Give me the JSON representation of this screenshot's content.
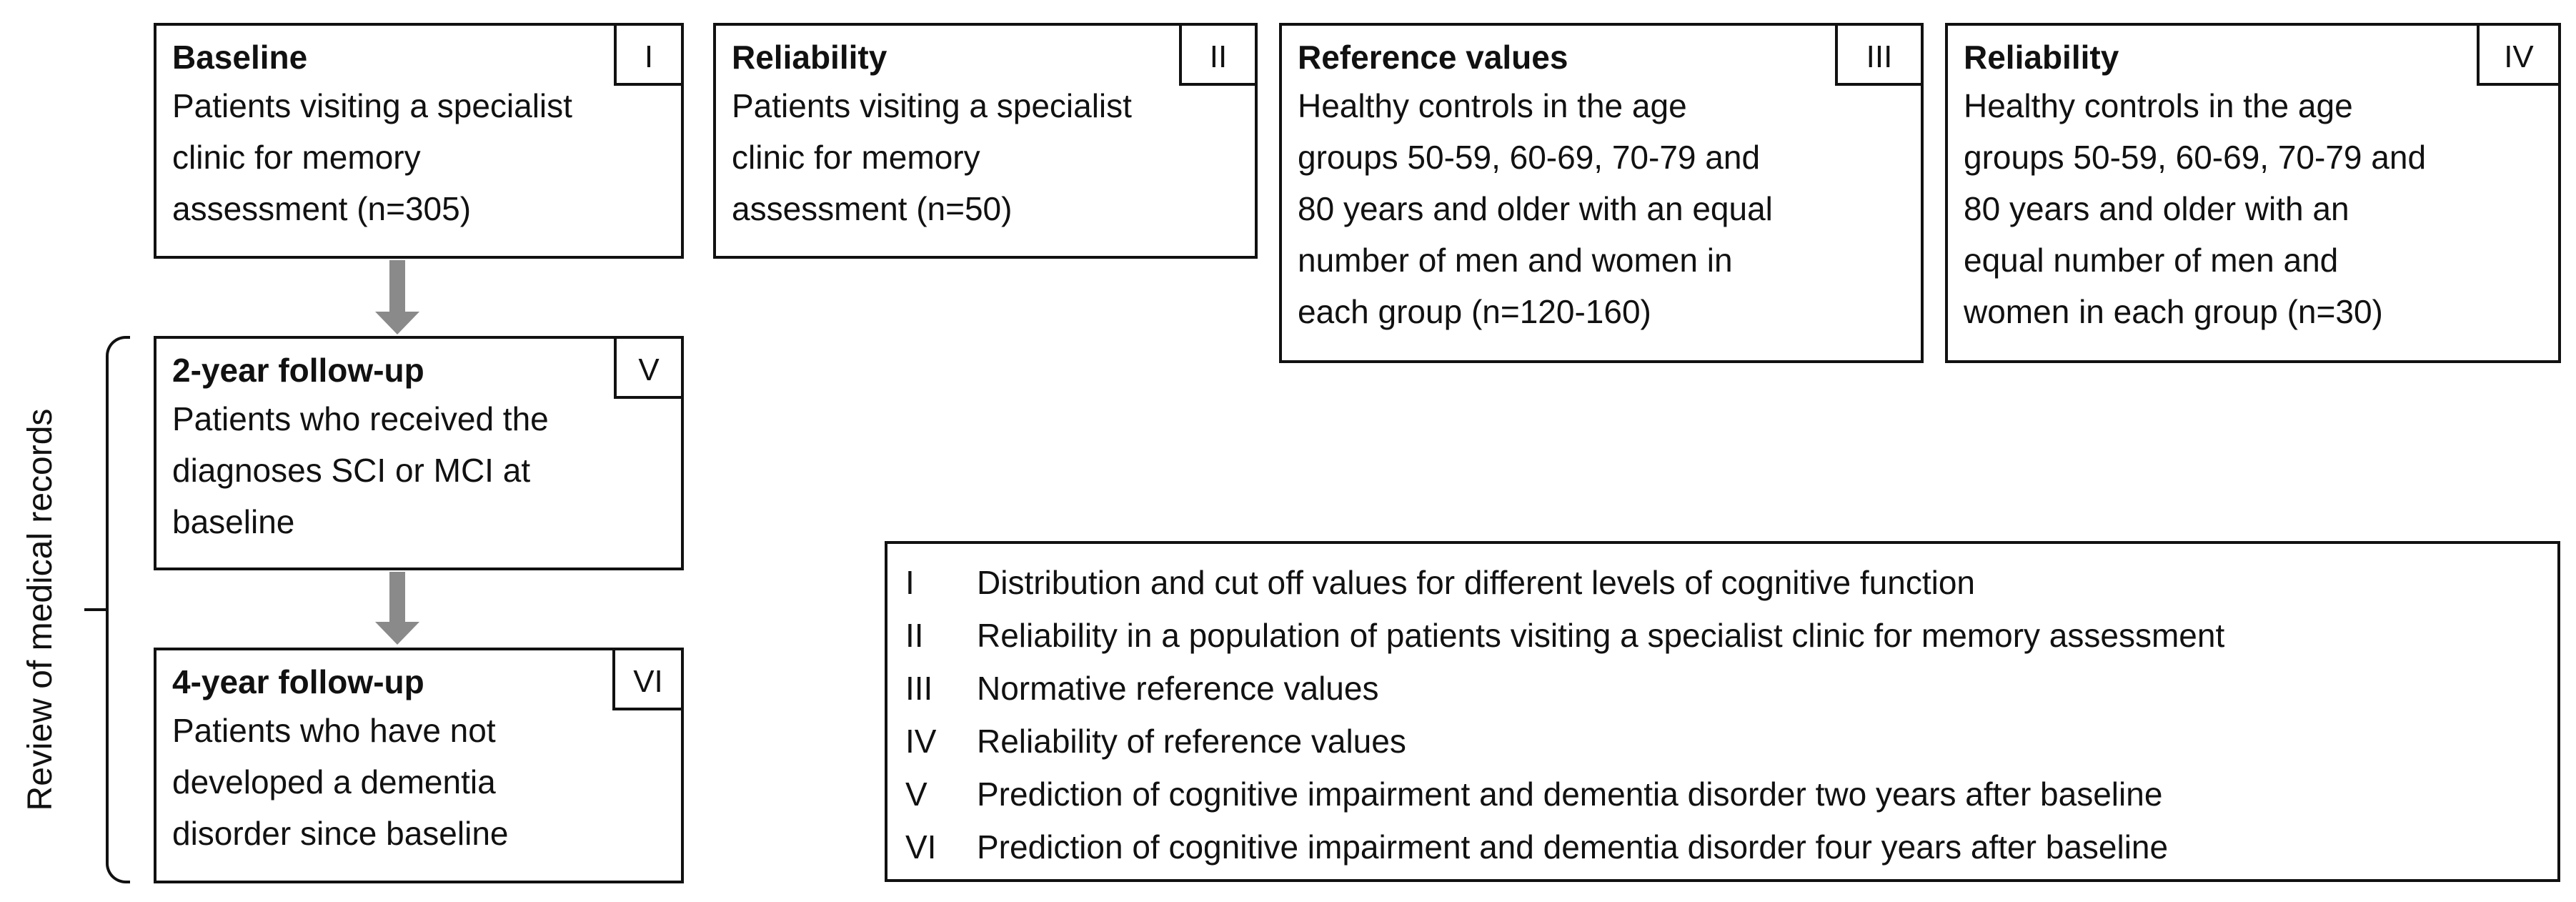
{
  "boxes": {
    "baseline": {
      "title": "Baseline",
      "tag": "I",
      "lines": [
        "Patients visiting a specialist",
        "clinic for memory",
        "assessment (n=305)"
      ]
    },
    "reliability_patients": {
      "title": "Reliability",
      "tag": "II",
      "lines": [
        "Patients visiting a specialist",
        "clinic for memory",
        "assessment (n=50)"
      ]
    },
    "reference_values": {
      "title": "Reference values",
      "tag": "III",
      "lines": [
        "Healthy controls in the age",
        "groups 50-59, 60-69, 70-79 and",
        "80 years and older with an equal",
        "number of men and women in",
        "each group (n=120-160)"
      ]
    },
    "reliability_controls": {
      "title": "Reliability",
      "tag": "IV",
      "lines": [
        "Healthy controls in the age",
        "groups 50-59, 60-69, 70-79 and",
        "80 years and older with an",
        "equal number of men and",
        "women in each group (n=30)"
      ]
    },
    "followup_2y": {
      "title": "2-year follow-up",
      "tag": "V",
      "lines": [
        "Patients who received the",
        "diagnoses SCI or MCI at",
        "baseline"
      ]
    },
    "followup_4y": {
      "title": "4-year follow-up",
      "tag": "VI",
      "lines": [
        "Patients who have not",
        "developed a dementia",
        "disorder since baseline"
      ]
    }
  },
  "side_label": "Review of medical records",
  "legend": [
    {
      "code": "I",
      "text": "Distribution and cut off values for different levels of cognitive function"
    },
    {
      "code": "II",
      "text": "Reliability in a population of patients visiting a specialist clinic for memory assessment"
    },
    {
      "code": "III",
      "text": "Normative reference values"
    },
    {
      "code": "IV",
      "text": "Reliability of reference values"
    },
    {
      "code": "V",
      "text": "Prediction of cognitive impairment and dementia disorder two years after baseline"
    },
    {
      "code": "VI",
      "text": "Prediction of cognitive impairment and dementia disorder four years after baseline"
    }
  ],
  "colors": {
    "border": "#111111",
    "arrow": "#8a8a8a",
    "background": "#ffffff"
  }
}
